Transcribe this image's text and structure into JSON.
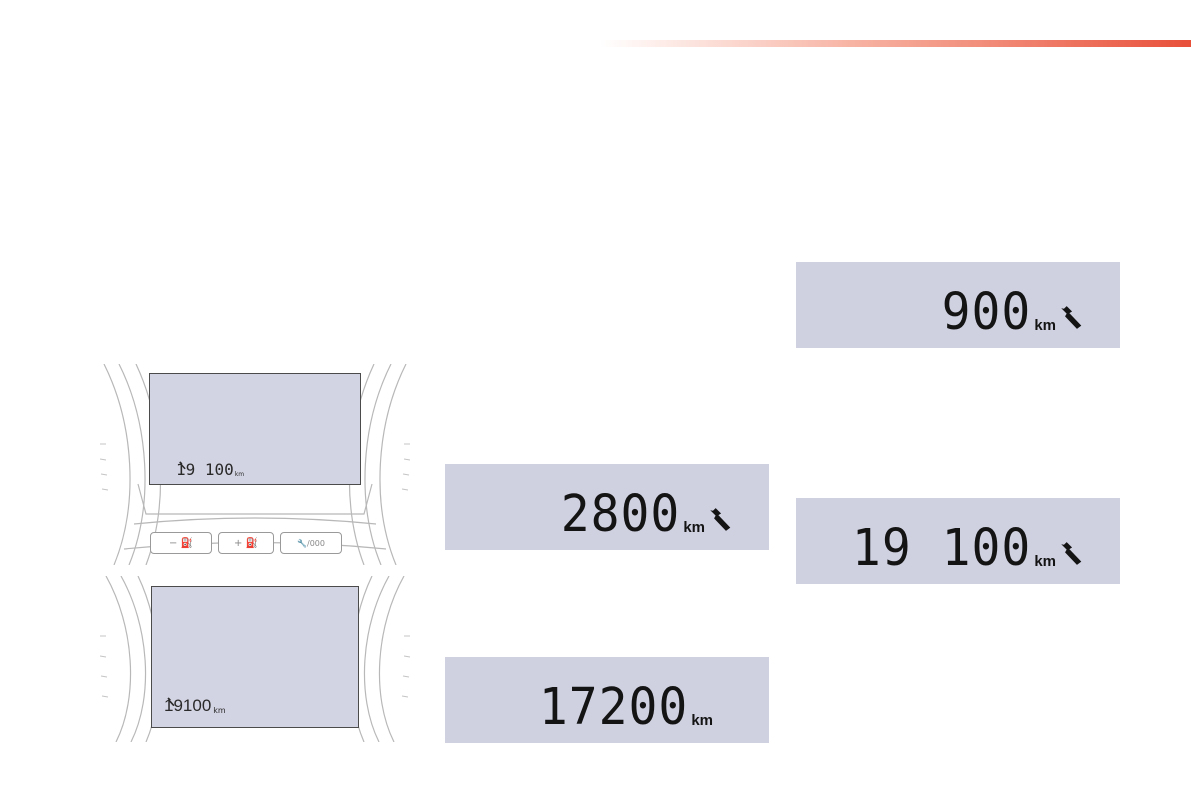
{
  "colors": {
    "lcd_bg": "#cfd1e1",
    "accent": "#e8503a"
  },
  "cluster_a": {
    "reading": "19 100",
    "unit": "km",
    "icon": "wrench-icon",
    "buttons": [
      {
        "label": "−  ⛽",
        "icon": "fuel-minus-icon"
      },
      {
        "label": "+  ⛽",
        "icon": "fuel-plus-icon"
      },
      {
        "label": "🔧/000",
        "icon": "service-reset-icon"
      }
    ]
  },
  "cluster_b": {
    "reading": "19100",
    "unit": "km",
    "icon": "wrench-icon"
  },
  "displays": [
    {
      "reading": "2800",
      "unit": "km",
      "icon": "wrench-icon"
    },
    {
      "reading": "17200",
      "unit": "km",
      "icon": ""
    },
    {
      "reading": "900",
      "unit": "km",
      "icon": "wrench-icon"
    },
    {
      "reading": "19 100",
      "unit": "km",
      "icon": "wrench-icon"
    }
  ]
}
